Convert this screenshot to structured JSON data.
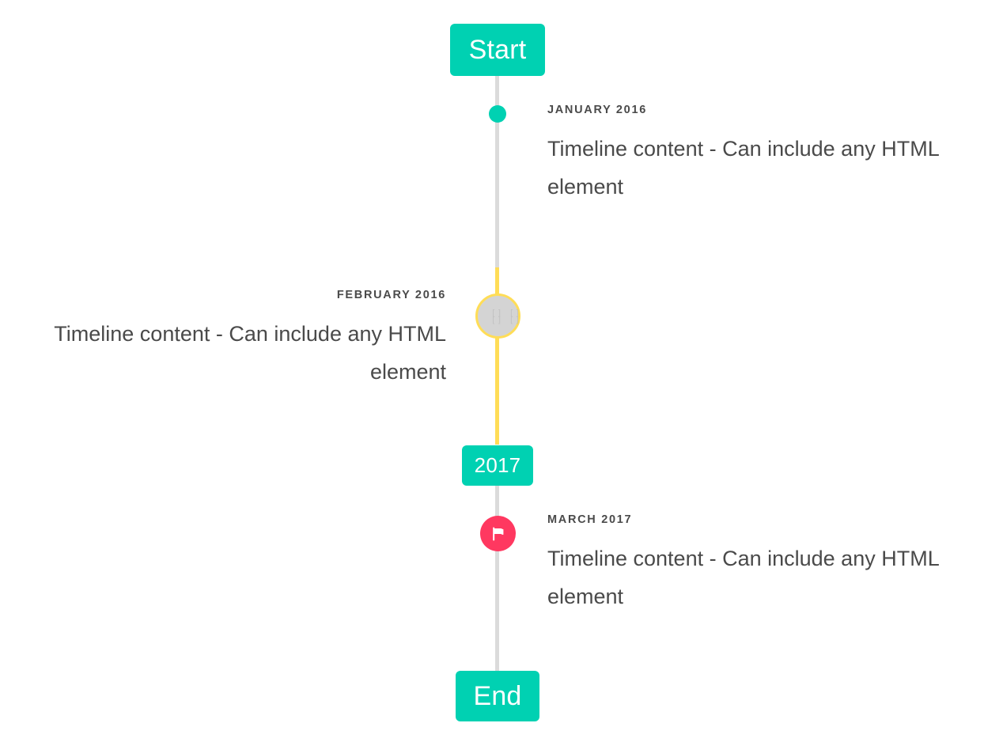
{
  "colors": {
    "primary": "#00d1b2",
    "warning": "#ffdd57",
    "danger": "#ff3860",
    "line": "#dbdbdb",
    "text": "#4a4a4a",
    "marker_gray": "#d4d4d4",
    "background": "#ffffff"
  },
  "header": {
    "label": "Start"
  },
  "divider": {
    "label": "2017"
  },
  "footer": {
    "label": "End"
  },
  "items": [
    {
      "heading": "JANUARY 2016",
      "body": "Timeline content - Can include any HTML element",
      "side": "right",
      "marker": "dot",
      "marker_icon": "dot-icon",
      "marker_color": "#00d1b2"
    },
    {
      "heading": "FEBRUARY 2016",
      "body": "Timeline content - Can include any HTML element",
      "side": "left",
      "marker": "image",
      "marker_icon": "broken-image-icon",
      "marker_color": "#ffdd57",
      "marker_glyph": "[] []\n[] []"
    },
    {
      "heading": "MARCH 2017",
      "body": "Timeline content - Can include any HTML element",
      "side": "right",
      "marker": "icon",
      "marker_icon": "flag-icon",
      "marker_color": "#ff3860"
    }
  ]
}
